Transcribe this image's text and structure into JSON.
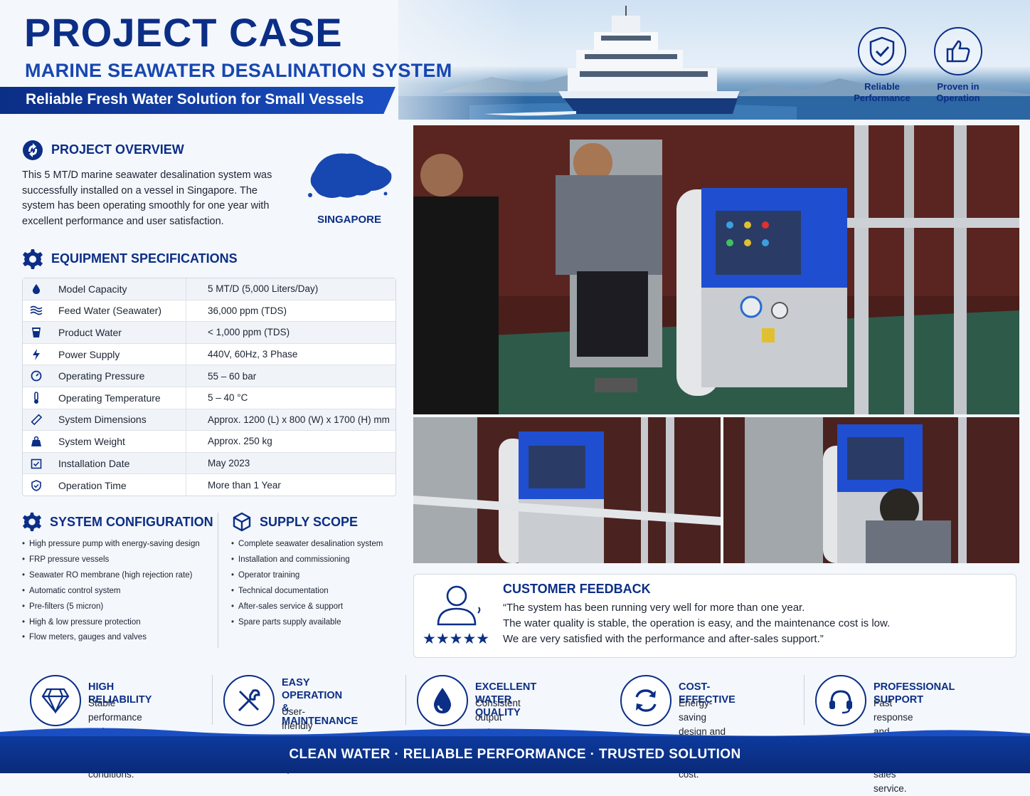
{
  "header": {
    "title": "PROJECT CASE",
    "subtitle": "MARINE SEAWATER DESALINATION SYSTEM",
    "tagline": "Reliable Fresh Water Solution for Small Vessels",
    "badges": [
      {
        "label": "Reliable\nPerformance",
        "icon": "shield-check-icon"
      },
      {
        "label": "Proven in\nOperation",
        "icon": "thumbs-up-icon"
      }
    ]
  },
  "overview": {
    "title": "PROJECT OVERVIEW",
    "text": "This 5 MT/D marine seawater desalination system was successfully installed on a vessel in Singapore. The system has been operating smoothly for one year with excellent performance and user satisfaction.",
    "map_label": "SINGAPORE"
  },
  "specs": {
    "title": "EQUIPMENT SPECIFICATIONS",
    "rows": [
      {
        "icon": "water-drop-icon",
        "key": "Model Capacity",
        "value": "5 MT/D (5,000 Liters/Day)"
      },
      {
        "icon": "waves-icon",
        "key": "Feed Water (Seawater)",
        "value": "36,000 ppm (TDS)"
      },
      {
        "icon": "cup-icon",
        "key": "Product Water",
        "value": "< 1,000 ppm (TDS)"
      },
      {
        "icon": "lightning-icon",
        "key": "Power Supply",
        "value": "440V, 60Hz, 3 Phase"
      },
      {
        "icon": "gauge-icon",
        "key": "Operating Pressure",
        "value": "55 – 60 bar"
      },
      {
        "icon": "thermometer-icon",
        "key": "Operating Temperature",
        "value": "5 – 40 °C"
      },
      {
        "icon": "ruler-icon",
        "key": "System Dimensions",
        "value": "Approx. 1200 (L) x 800 (W) x 1700 (H) mm"
      },
      {
        "icon": "weight-icon",
        "key": "System Weight",
        "value": "Approx. 250 kg"
      },
      {
        "icon": "calendar-check-icon",
        "key": "Installation Date",
        "value": "May 2023"
      },
      {
        "icon": "shield-icon",
        "key": "Operation Time",
        "value": "More than 1 Year"
      }
    ]
  },
  "configuration": {
    "title": "SYSTEM CONFIGURATION",
    "items": [
      "High pressure pump with energy-saving design",
      "FRP pressure vessels",
      "Seawater RO membrane (high rejection rate)",
      "Automatic control system",
      "Pre-filters (5 micron)",
      "High & low pressure protection",
      "Flow meters, gauges and valves"
    ]
  },
  "supply": {
    "title": "SUPPLY SCOPE",
    "items": [
      "Complete seawater desalination system",
      "Installation and commissioning",
      "Operator training",
      "Technical documentation",
      "After-sales service & support",
      "Spare parts supply available"
    ]
  },
  "feedback": {
    "title": "CUSTOMER FEEDBACK",
    "lines": [
      "“The system has been running very well for more than one year.",
      "The water quality is stable, the operation is easy, and the maintenance cost is low.",
      "We are very satisfied with the performance and after-sales support.”"
    ],
    "stars": "★★★★★",
    "rating": 5
  },
  "features": [
    {
      "icon": "diamond-icon",
      "title": "HIGH RELIABILITY",
      "desc": "Stable performance under\nharsh marine conditions."
    },
    {
      "icon": "tools-icon",
      "title": "EASY OPERATION\n& MAINTENANCE",
      "desc": "User-friendly design for\neasy daily operation."
    },
    {
      "icon": "water-drop-icon",
      "title": "EXCELLENT WATER QUALITY",
      "desc": "Consistent output water\n< 1,000 ppm TDS."
    },
    {
      "icon": "refresh-icon",
      "title": "COST-EFFECTIVE",
      "desc": "Energy-saving design and\nlow maintenance cost."
    },
    {
      "icon": "headset-icon",
      "title": "PROFESSIONAL SUPPORT",
      "desc": "Fast response and reliable\nafter-sales service."
    }
  ],
  "footer": {
    "text": "CLEAN WATER · RELIABLE PERFORMANCE · TRUSTED SOLUTION"
  },
  "colors": {
    "primary": "#0b2e86",
    "accent": "#1a4fc4",
    "background": "#f4f7fb"
  }
}
